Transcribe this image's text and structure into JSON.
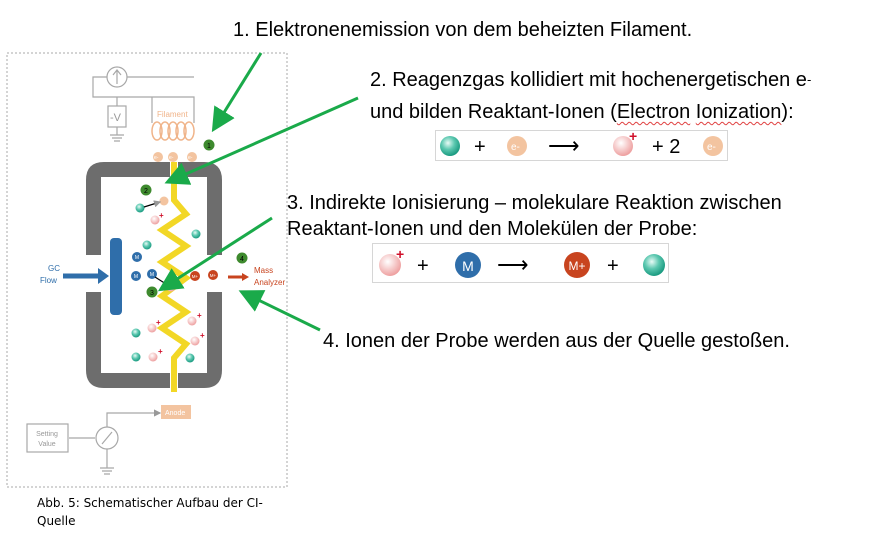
{
  "steps": {
    "step1": "1. Elektronenemission von dem beheizten Filament.",
    "step2_line1": "2. Reagenzgas kollidiert mit hochenergetischen e",
    "step2_sup": "-",
    "step2_line2a": "und bilden Reaktant-Ionen (",
    "step2_line2b": "Electron",
    "step2_line2c": " ",
    "step2_line2d": "Ionization",
    "step2_line2e": "):",
    "step3_line1": "3. Indirekte Ionisierung – molekulare Reaktion zwischen",
    "step3_line2": "Reaktant-Ionen und den Molekülen der Probe:",
    "step4": "4. Ionen der Probe werden aus der Quelle gestoßen."
  },
  "equation1": {
    "plus1": "+",
    "e1": "e-",
    "arrow": "⟶",
    "plus2": "+ 2",
    "e2": "e-"
  },
  "equation2": {
    "plus1": "+",
    "m": "M",
    "arrow": "⟶",
    "mplus": "M+",
    "plus2": "+"
  },
  "diagram": {
    "filament_label": "Filament",
    "voltage_label": "-V",
    "gc_flow_line1": "GC",
    "gc_flow_line2": "Flow",
    "mass_line1": "Mass",
    "mass_line2": "Analyzer",
    "anode_label": "Anode",
    "setting_line1": "Setting",
    "setting_line2": "Value",
    "electron": "e-",
    "molecule": "M",
    "molecule_ion": "M+",
    "markers": [
      "1",
      "2",
      "3",
      "4"
    ]
  },
  "caption": {
    "line1": "Abb. 5: Schematischer Aufbau der CI-",
    "line2": "Quelle"
  },
  "colors": {
    "green_arrow": "#1aaa4a",
    "marker": "#3e8a2e",
    "chamber": "#6d6d6d",
    "molecule": "#2f6eaa",
    "ion": "#c8441f",
    "filament": "#f0b48a",
    "beam": "#f0d000"
  }
}
